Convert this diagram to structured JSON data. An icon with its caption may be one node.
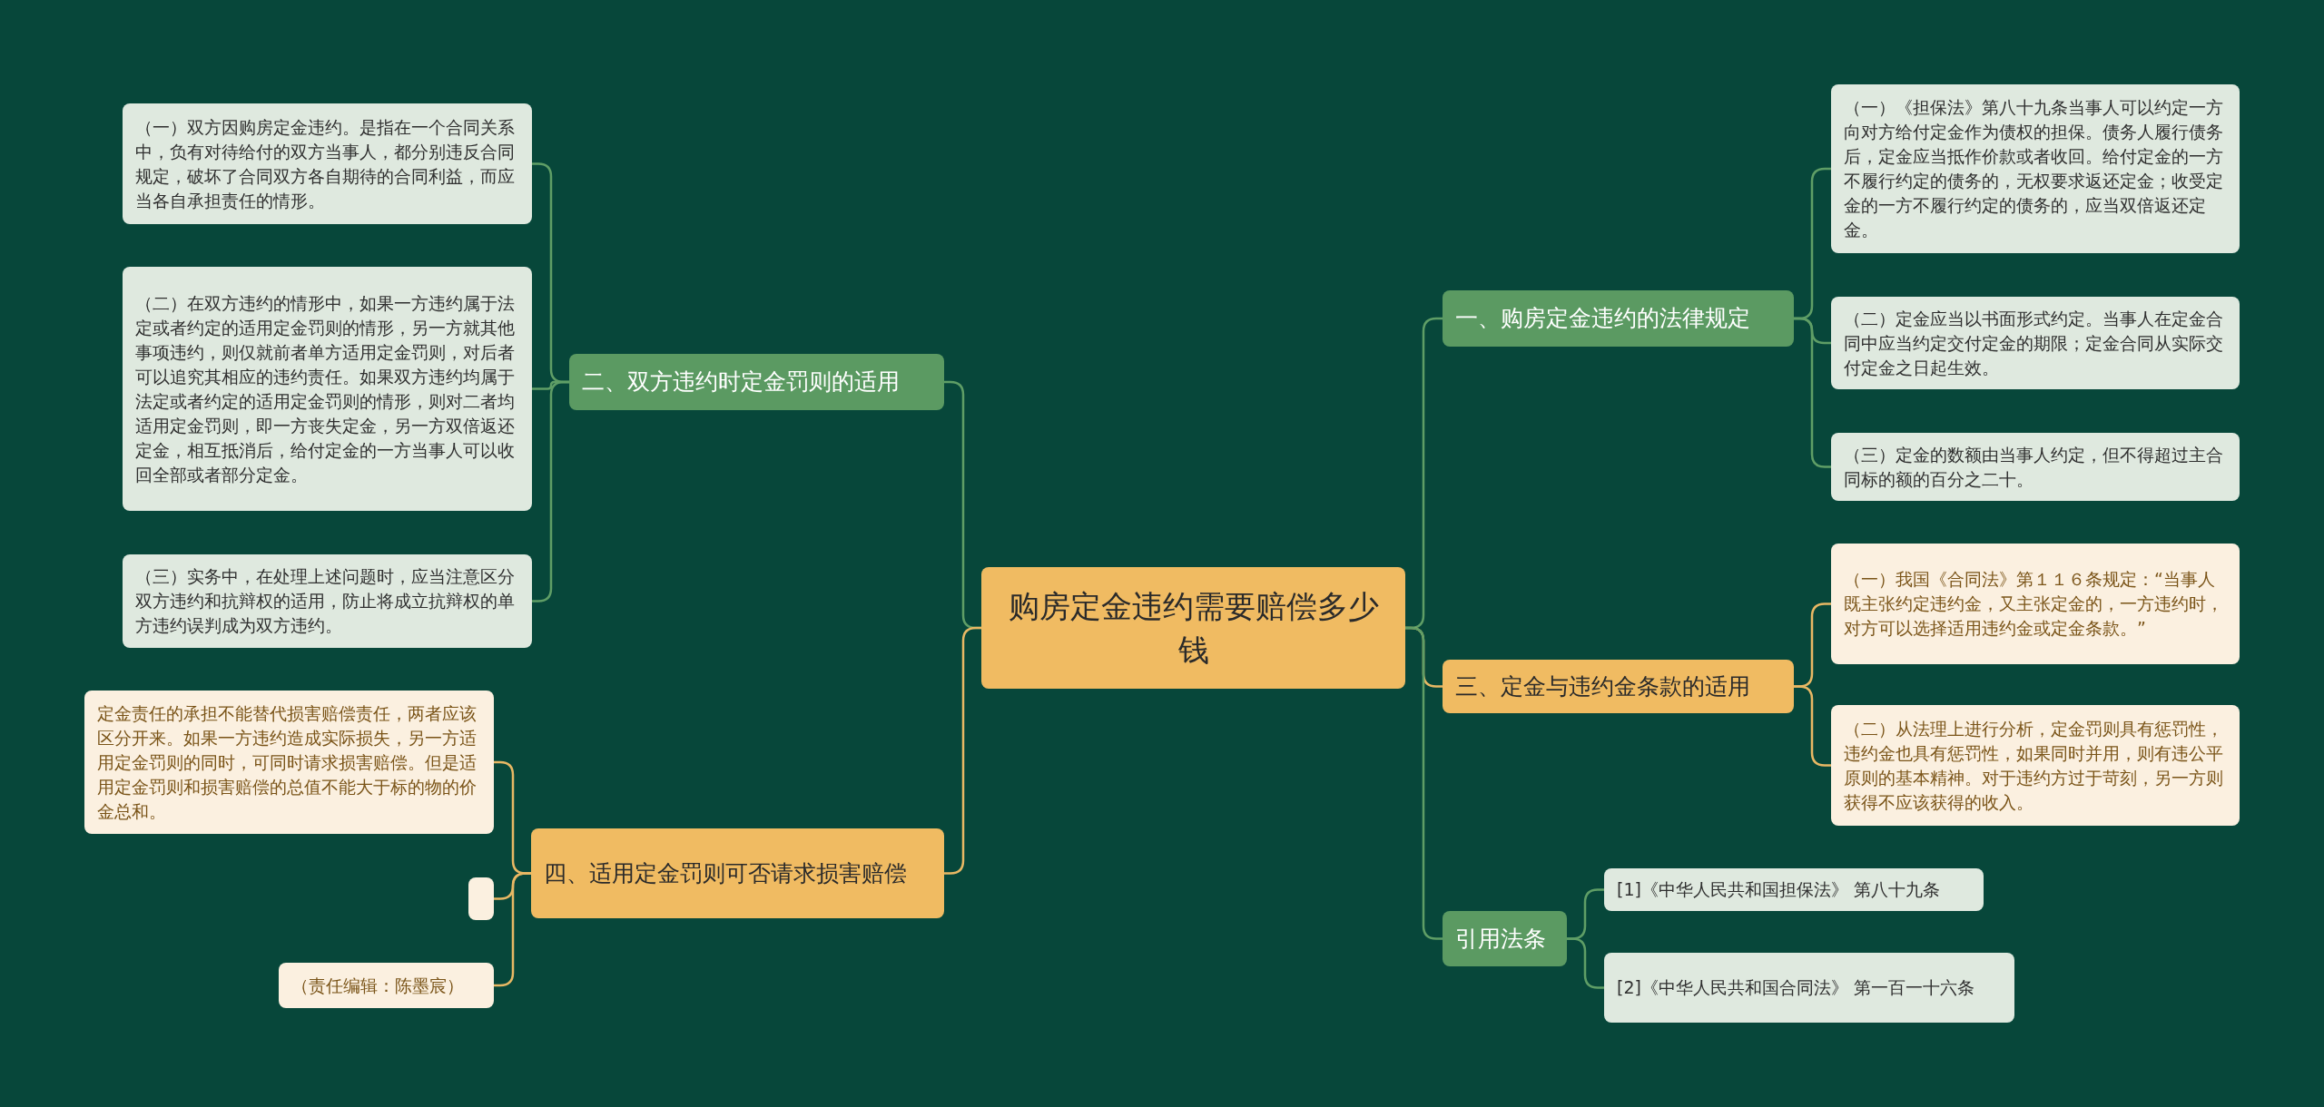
{
  "diagram": {
    "nodes": [
      {
        "text": [
          "购房定金违约需要赔偿多少钱"
        ]
      },
      {
        "text": [
          "二、双方违约时定金罚则的适用"
        ]
      },
      {
        "text": [
          "（一）双方因购房定金违约。是指在一个合同关系中，负有对待给付的双方当事人，都分别违反合同规定，破坏了合同双方各自期待的合同利益，而应当各自承担责任的情形。"
        ]
      },
      {
        "text": [
          "（二）在双方违约的情形中，如果一方违约属于法定或者约定的适用定金罚则的情形，另一方就其他事项违约，则仅就前者单方适用定金罚则，对后者可以追究其相应的违约责任。如果双方违约均属于法定或者约定的适用定金罚则的情形，则对二者均适用定金罚则，即一方丧失定金，另一方双倍返还定金，相互抵消后，给付定金的一方当事人可以收回全部或者部分定金。"
        ]
      },
      {
        "text": [
          "（三）实务中，在处理上述问题时，应当注意区分双方违约和抗辩权的适用，防止将成立抗辩权的单方违约误判成为双方违约。"
        ]
      },
      {
        "text": [
          "四、适用定金罚则可否请求损害赔偿"
        ]
      },
      {
        "text": [
          "定金责任的承担不能替代损害赔偿责任，两者应该区分开来。如果一方违约造成实际损失，另一方适用定金罚则的同时，可同时请求损害赔偿。但是适用定金罚则和损害赔偿的总值不能大于标的物的价金总和。"
        ]
      },
      {
        "text": [],
        "shape": "box"
      },
      {
        "text": [
          "（责任编辑：陈墨宸）"
        ]
      },
      {
        "text": [
          "一、购房定金违约的法律规定"
        ]
      },
      {
        "text": [
          "（一）《担保法》第八十九条当事人可以约定一方向对方给付定金作为债权的担保。债务人履行债务后，定金应当抵作价款或者收回。给付定金的一方不履行约定的债务的，无权要求返还定金；收受定金的一方不履行约定的债务的，应当双倍返还定金。"
        ]
      },
      {
        "text": [
          "（二）定金应当以书面形式约定。当事人在定金合同中应当约定交付定金的期限；定金合同从实际交付定金之日起生效。"
        ]
      },
      {
        "text": [
          "（三）定金的数额由当事人约定，但不得超过主合同标的额的百分之二十。"
        ]
      },
      {
        "text": [
          "三、定金与违约金条款的适用"
        ]
      },
      {
        "text": [
          "（一）我国《合同法》第１１６条规定：“当事人既主张约定违约金，又主张定金的，一方违约时，对方可以选择适用违约金或定金条款。”"
        ]
      },
      {
        "text": [
          "（二）从法理上进行分析，定金罚则具有惩罚性，违约金也具有惩罚性，如果同时并用，则有违公平原则的基本精神。对于违约方过于苛刻，另一方则获得不应该获得的收入。"
        ]
      },
      {
        "text": [
          "引用法条"
        ]
      },
      {
        "text": [
          "[1]《中华人民共和国担保法》 第八十九条"
        ]
      },
      {
        "text": [
          "[2]《中华人民共和国合同法》 第一百一十六条"
        ]
      }
    ],
    "edges": [
      {
        "from": 0,
        "to": 9,
        "arrow": "none"
      },
      {
        "from": 0,
        "to": 1,
        "arrow": "none"
      },
      {
        "from": 0,
        "to": 13,
        "arrow": "none",
        "color": "#e8b864"
      },
      {
        "from": 0,
        "to": 5,
        "arrow": "none",
        "color": "#e8b864"
      },
      {
        "from": 0,
        "to": 16,
        "arrow": "none"
      },
      {
        "from": 1,
        "to": 2,
        "arrow": "none"
      },
      {
        "from": 1,
        "to": 3,
        "arrow": "none"
      },
      {
        "from": 1,
        "to": 4,
        "arrow": "none"
      },
      {
        "from": 5,
        "to": 6,
        "arrow": "none",
        "color": "#e8b864"
      },
      {
        "from": 5,
        "to": 7,
        "arrow": "none",
        "color": "#e8b864"
      },
      {
        "from": 5,
        "to": 8,
        "arrow": "none",
        "color": "#e8b864"
      },
      {
        "from": 9,
        "to": 10,
        "arrow": "none"
      },
      {
        "from": 9,
        "to": 11,
        "arrow": "none"
      },
      {
        "from": 9,
        "to": 12,
        "arrow": "none"
      },
      {
        "from": 13,
        "to": 14,
        "arrow": "none",
        "color": "#e8b864"
      },
      {
        "from": 13,
        "to": 15,
        "arrow": "none",
        "color": "#e8b864"
      },
      {
        "from": 16,
        "to": 17,
        "arrow": "none"
      },
      {
        "from": 16,
        "to": 18,
        "arrow": "none"
      }
    ]
  }
}
